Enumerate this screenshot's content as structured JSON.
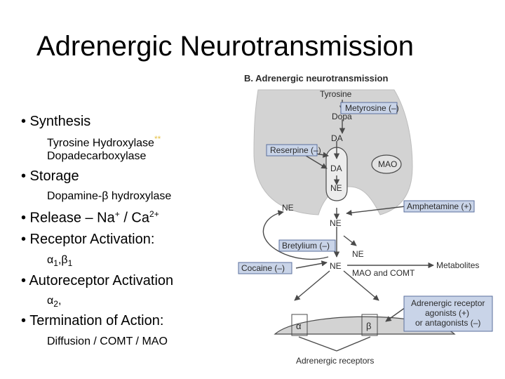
{
  "slide_title": "Adrenergic Neurotransmission",
  "bullets": {
    "synthesis": "• Synthesis",
    "tyrosine_hydroxylase": "Tyrosine Hydroxylase",
    "asterisks": "**",
    "dopadecarboxylase": "Dopadecarboxylase",
    "storage": "• Storage",
    "dopamine_hydroxylase": "Dopamine-β hydroxylase",
    "release_prefix": "• Release – Na",
    "release_plus": "+",
    "release_mid": " / Ca",
    "release_charge": "2+",
    "receptor_activation": "• Receptor Activation:",
    "alpha1": "α",
    "alpha1_sub": "1",
    "comma_beta": ",β",
    "beta1_sub": "1",
    "autoreceptor": "• Autoreceptor Activation",
    "alpha2": "α",
    "alpha2_sub": "2",
    "alpha2_comma": ",",
    "termination": "• Termination of Action:",
    "termination_detail": "Diffusion / COMT / MAO"
  },
  "figure": {
    "heading": "B. Adrenergic neurotransmission",
    "tyrosine": "Tyrosine",
    "metyrosine": "Metyrosine (–)",
    "dopa": "Dopa",
    "da_1": "DA",
    "reserpine": "Reserpine (–)",
    "da_2": "DA",
    "ne_vesicle": "NE",
    "mao_inside": "MAO",
    "ne_left": "NE",
    "amphetamine": "Amphetamine (+)",
    "ne_center": "NE",
    "bretylium": "Bretylium (–)",
    "ne_right": "NE",
    "cocaine": "Cocaine (–)",
    "ne_lower": "NE",
    "mao_comt": "MAO and COMT",
    "metabolites": "Metabolites",
    "receptor_box_line1": "Adrenergic receptor",
    "receptor_box_line2": "agonists (+)",
    "receptor_box_line3": "or antagonists (–)",
    "alpha_receptor": "α",
    "beta_receptor": "β",
    "adrenergic_receptors": "Adrenergic receptors",
    "colors": {
      "label_fill": "#c9d4e8",
      "label_stroke": "#5b6f9e",
      "neuron_fill": "#d3d3d3",
      "arrow": "#4a4a4a"
    }
  }
}
